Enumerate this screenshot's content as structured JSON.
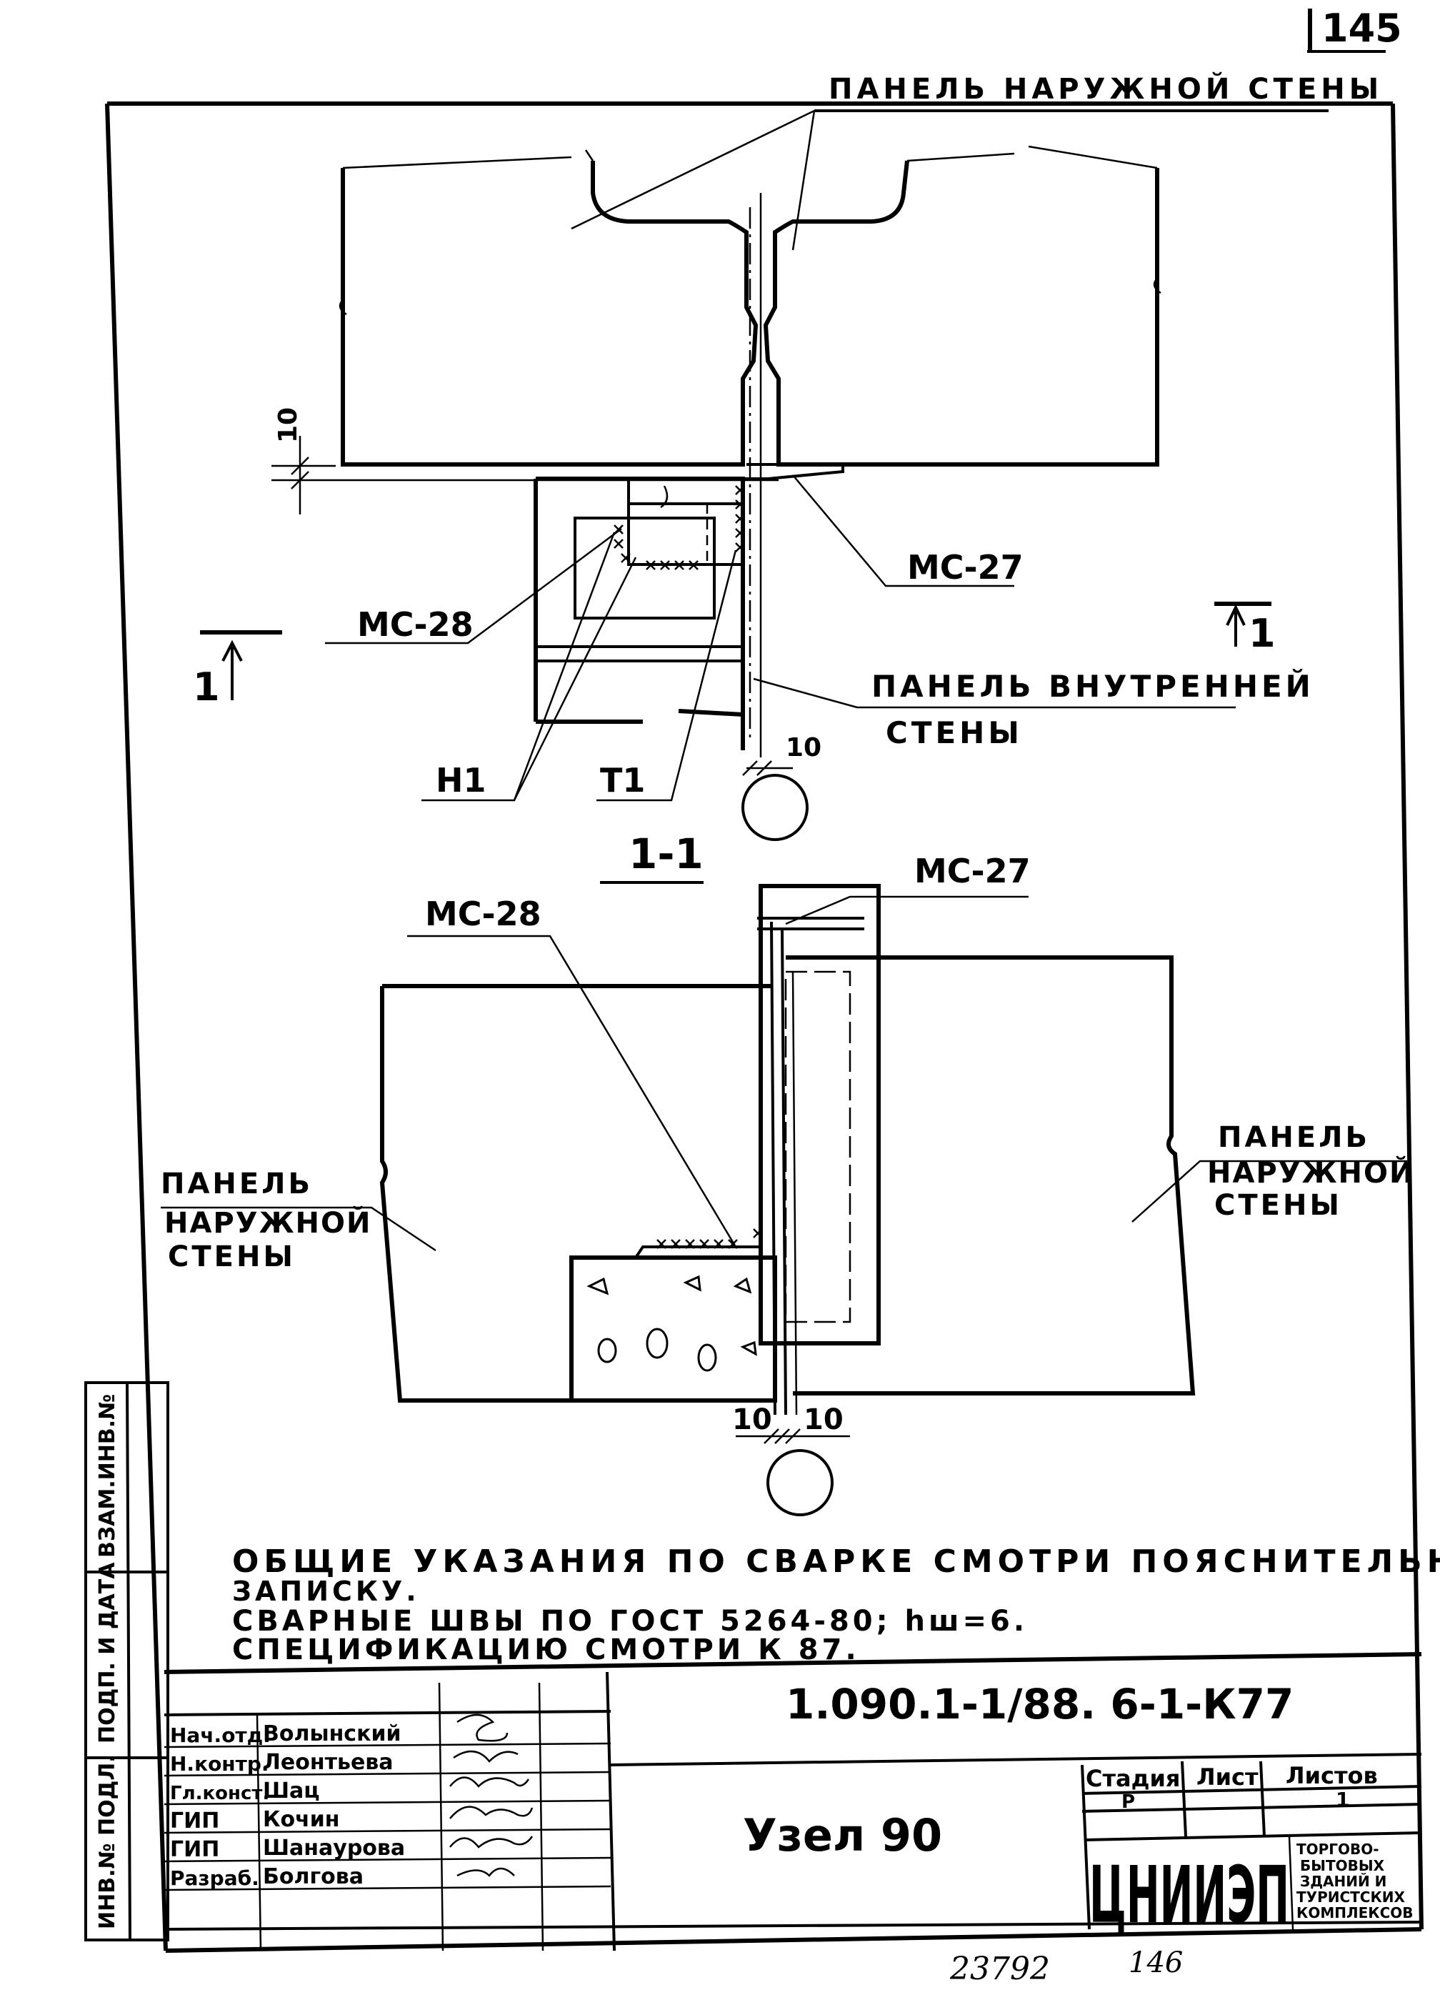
{
  "sheet": {
    "number": "145",
    "bottom_left_number": "23792",
    "bottom_right_number": "146"
  },
  "plan": {
    "outer_wall_label": "ПАНЕЛЬ НАРУЖНОЙ СТЕНЫ",
    "inner_wall_label_line1": "ПАНЕЛЬ ВНУТРЕННЕЙ",
    "inner_wall_label_line2": "СТЕНЫ",
    "mc27": "МС-27",
    "mc28": "МС-28",
    "h1": "Н1",
    "t1": "Т1",
    "dim_10_vert": "10",
    "dim_10_gap": "10",
    "section_mark_left": "1",
    "section_mark_right": "1"
  },
  "section": {
    "title": "1-1",
    "mc27": "МС-27",
    "mc28": "МС-28",
    "left_panel_line1": "ПАНЕЛЬ",
    "left_panel_line2": "НАРУЖНОЙ",
    "left_panel_line3": "СТЕНЫ",
    "right_panel_line1": "ПАНЕЛЬ",
    "right_panel_line2": "НАРУЖНОЙ",
    "right_panel_line3": "СТЕНЫ",
    "dim_left": "10",
    "dim_right": "10"
  },
  "notes": {
    "line1": "ОБЩИЕ УКАЗАНИЯ ПО СВАРКЕ СМОТРИ ПОЯСНИТЕЛЬНУЮ",
    "line2": "ЗАПИСКУ.",
    "line3": "СВАРНЫЕ ШВЫ ПО ГОСТ 5264-80; hш=6.",
    "line4": "СПЕЦИФИКАЦИЮ СМОТРИ К 87."
  },
  "side_stamp": {
    "inv_podl": "ИНВ.№ ПОДЛ.",
    "podp_data": "ПОДП. И ДАТА",
    "vzam_inv": "ВЗАМ.ИНВ.№"
  },
  "title_block": {
    "doc_code": "1.090.1-1/88. 6-1-К77",
    "title": "Узел 90",
    "stage_header": "Стадия",
    "sheet_header": "Лист",
    "sheets_header": "Листов",
    "stage_value": "Р",
    "sheet_value": "",
    "sheets_value": "1",
    "org_logo": "ЦНИИЭП",
    "org_line1": "ТОРГОВО-",
    "org_line2": "БЫТОВЫХ",
    "org_line3": "ЗДАНИЙ И",
    "org_line4": "ТУРИСТСКИХ",
    "org_line5": "КОМПЛЕКСОВ",
    "roles": [
      {
        "role": "Нач.отд.",
        "name": "Волынский"
      },
      {
        "role": "Н.контр.",
        "name": "Леонтьева"
      },
      {
        "role": "Гл.конст.",
        "name": "Шац"
      },
      {
        "role": "ГИП",
        "name": "Кочин"
      },
      {
        "role": "ГИП",
        "name": "Шанаурова"
      },
      {
        "role": "Разраб.",
        "name": "Болгова"
      }
    ]
  }
}
